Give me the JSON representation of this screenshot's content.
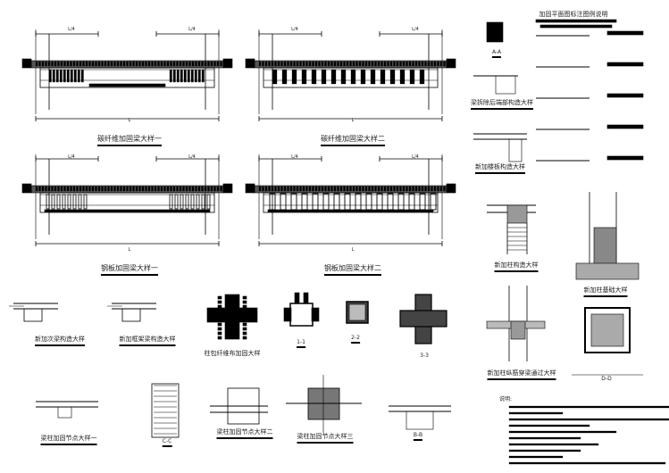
{
  "drawing": {
    "beam_details": [
      {
        "title": "碳纤维加固梁大样一",
        "dim_left": "L/4",
        "dim_right": "L/4",
        "span": "L"
      },
      {
        "title": "碳纤维加固梁大样二",
        "dim_left": "L/4",
        "dim_right": "L/4",
        "span": "L"
      },
      {
        "title": "钢板加固梁大样一",
        "dim_left": "L/4",
        "dim_right": "L/4",
        "span": "L"
      },
      {
        "title": "钢板加固梁大样二",
        "dim_left": "L/4",
        "dim_right": "L/4",
        "span": "L"
      }
    ],
    "small_details": {
      "secondary_beam": "新加次梁构造大样",
      "frame_beam": "新加框架梁构造大样",
      "column_wrap": "柱包纤维布加固大样",
      "section_1": "1-1",
      "section_2": "2-2",
      "section_3": "3-3",
      "joint_1": "梁柱加固节点大样一",
      "section_c": "C-C",
      "joint_2": "梁柱加固节点大样二",
      "joint_3": "梁柱加固节点大样三",
      "section_b": "B-B"
    },
    "right_panel": {
      "section_a": "A-A",
      "beam_end": "梁拆除后端部构造大样",
      "new_slab": "新加楼板构造大样",
      "legend_title": "加固平面图标注图例说明",
      "new_column": "新加柱构造大样",
      "column_foundation": "新加柱基础大样",
      "column_through_beam": "新加柱纵筋穿梁通过大样",
      "section_d": "D-D",
      "notes_title": "说明:"
    }
  },
  "colors": {
    "line": "#000000",
    "paper": "#ffffff"
  }
}
